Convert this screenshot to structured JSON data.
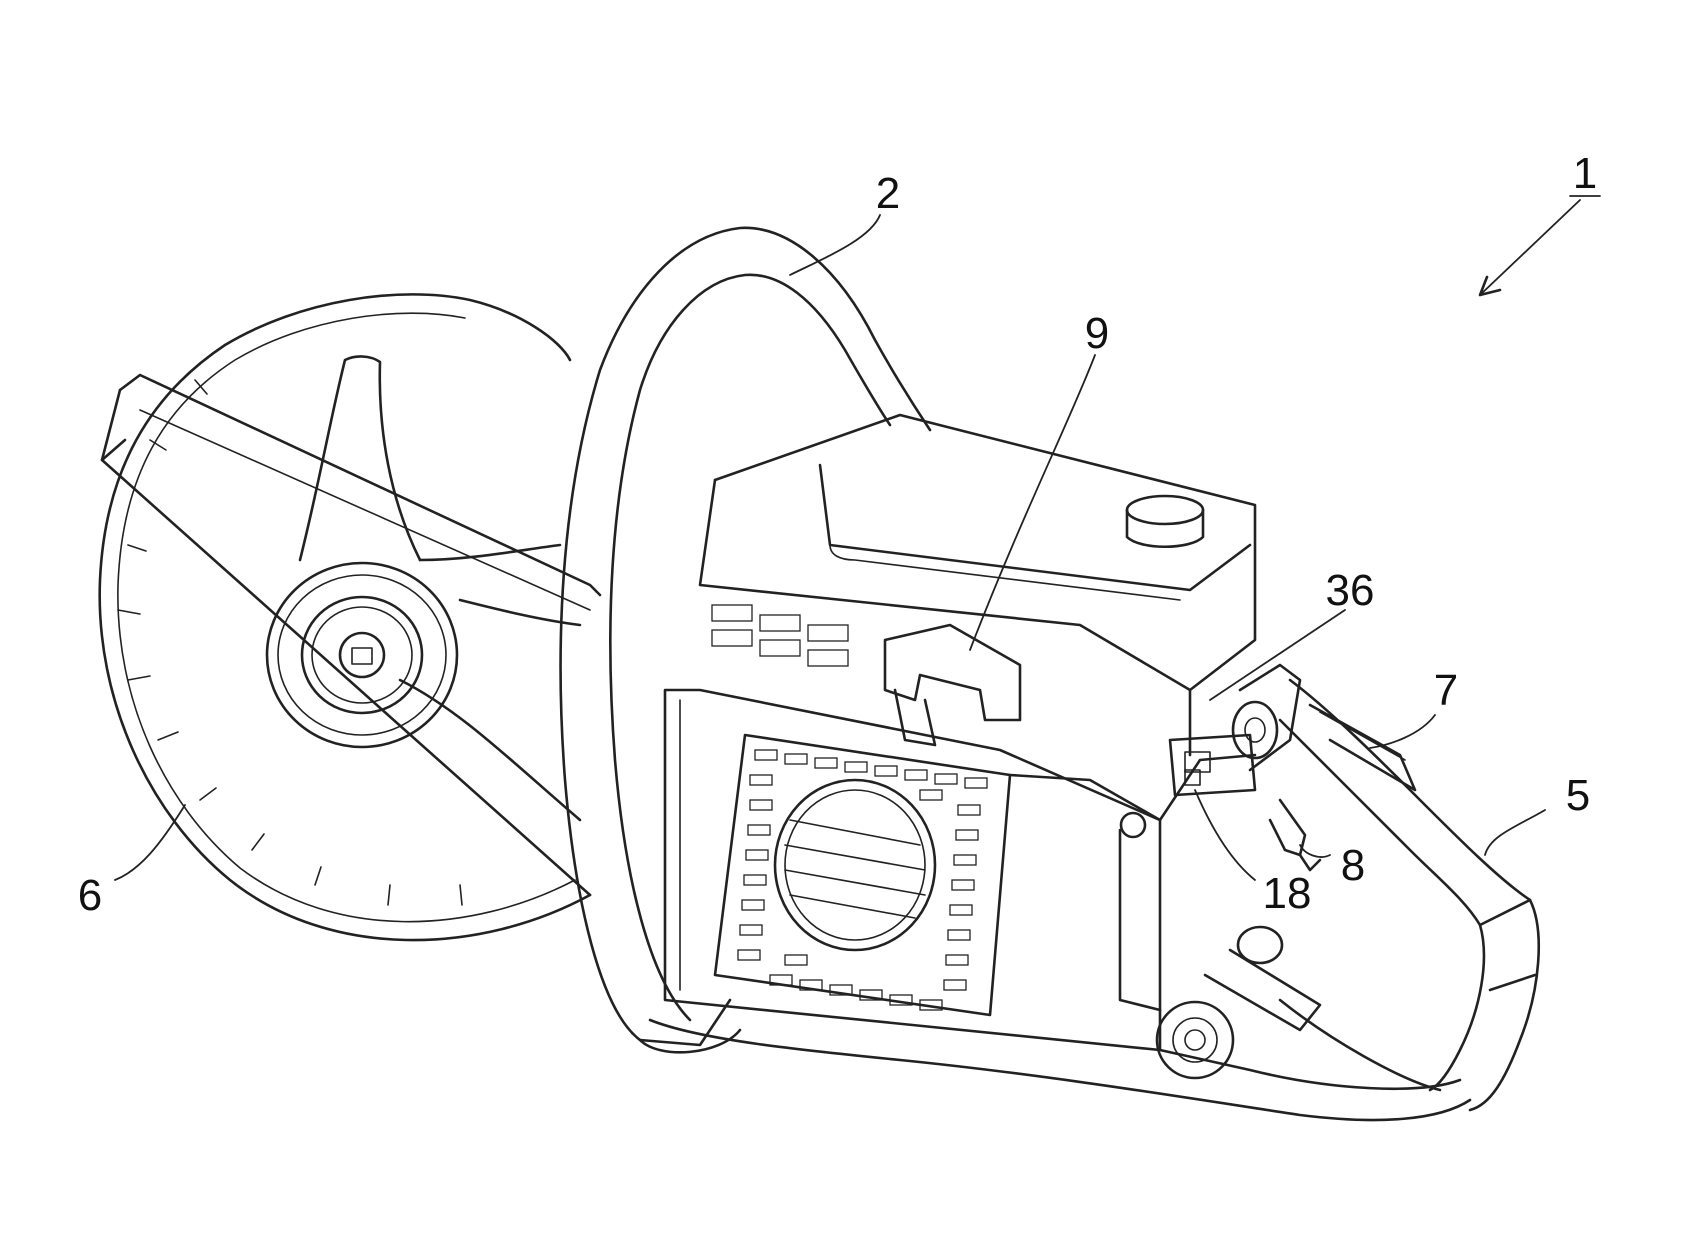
{
  "figure": {
    "type": "patent-drawing",
    "subject": "engine cutter with circular blade",
    "labels": {
      "overall": "1",
      "front_handle": "2",
      "rear_handle": "5",
      "blade": "6",
      "throttle_lever": "7",
      "trigger": "8",
      "top_lever": "9",
      "indicator": "18",
      "switch": "36"
    }
  }
}
